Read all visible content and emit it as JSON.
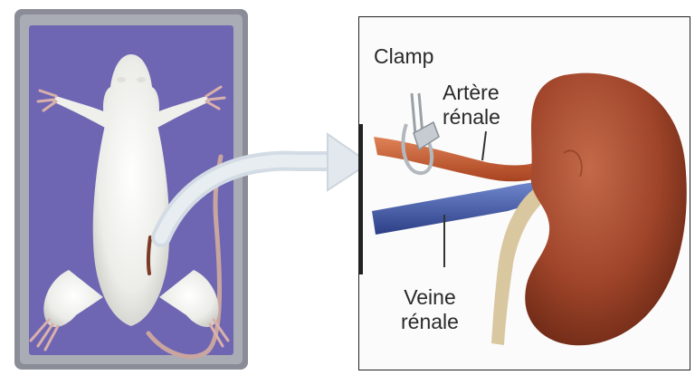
{
  "labels": {
    "clamp": "Clamp",
    "artery_line1": "Artère",
    "artery_line2": "rénale",
    "vein_line1": "Veine",
    "vein_line2": "rénale"
  },
  "colors": {
    "tray_frame": "#8a8d97",
    "tray_bed": "#6f66b3",
    "artery": "#c85a2e",
    "vein": "#3f58a8",
    "kidney": "#a0452a",
    "ureter": "#d9c7a0",
    "arrow": "#dde3ea"
  }
}
